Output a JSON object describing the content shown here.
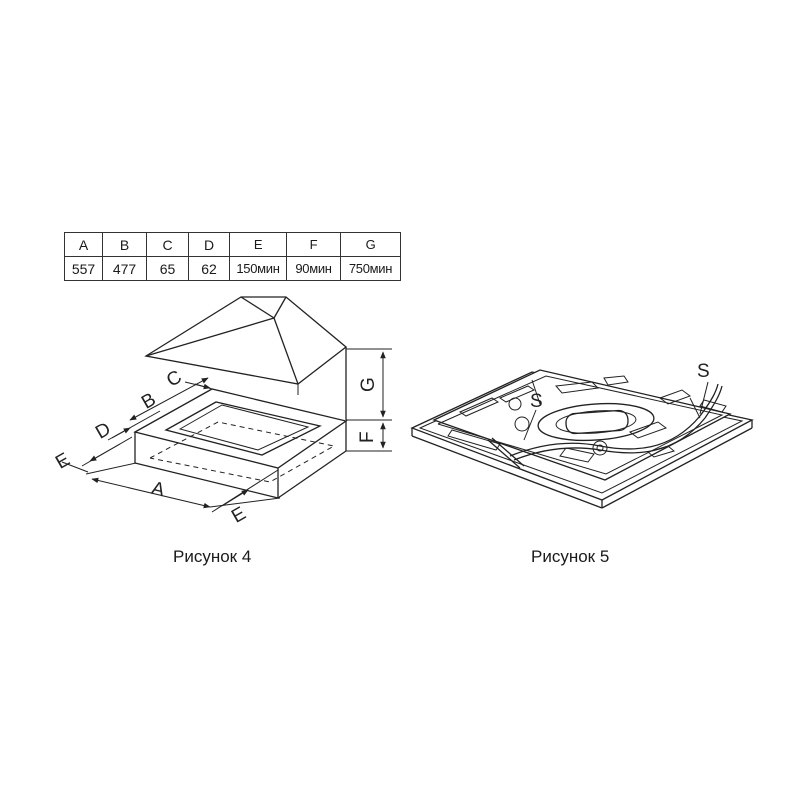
{
  "table": {
    "headers": [
      "A",
      "B",
      "C",
      "D",
      "E",
      "F",
      "G"
    ],
    "values": [
      "557",
      "477",
      "65",
      "62",
      "150мин",
      "90мин",
      "750мин"
    ]
  },
  "figure4": {
    "caption": "Рисунок 4",
    "labels": {
      "a": "A",
      "b": "B",
      "c": "C",
      "d": "D",
      "e_left": "E",
      "e_right": "E",
      "f": "F",
      "g": "G"
    }
  },
  "figure5": {
    "caption": "Рисунок 5",
    "labels": {
      "s_left": "S",
      "s_right": "S"
    }
  }
}
